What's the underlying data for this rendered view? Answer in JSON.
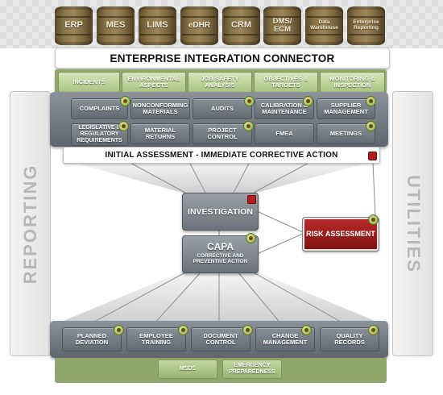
{
  "systems": [
    "ERP",
    "MES",
    "LIMS",
    "eDHR",
    "CRM",
    "DMS/ ECM",
    "Data Warehouse",
    "Enterprise Reporting"
  ],
  "connector": "ENTERPRISE INTEGRATION CONNECTOR",
  "side_left": "REPORTING",
  "side_right": "UTILITIES",
  "green_tabs": [
    "INCIDENTS",
    "ENVIRONMENTAL ASPECTS",
    "JOB SAFETY ANALYSIS",
    "OBJECTIVES & TARGETS",
    "MONITORING & INSPECTION"
  ],
  "top_modules": [
    "COMPLAINTS",
    "NONCONFORMING MATERIALS",
    "AUDITS",
    "CALIBRATION & MAINTENANCE",
    "SUPPLIER MANAGEMENT",
    "LEGISLATIVE & REGULATORY REQUIREMENTS",
    "MATERIAL RETURNS",
    "PROJECT CONTROL",
    "FMEA",
    "MEETINGS"
  ],
  "initial_assessment": "INITIAL ASSESSMENT - IMMEDIATE CORRECTIVE ACTION",
  "investigation": "INVESTIGATION",
  "capa": {
    "title": "CAPA",
    "subtitle": "CORRECTIVE AND PREVENTIVE ACTION"
  },
  "risk": "RISK ASSESSMENT",
  "bottom_modules": [
    "PLANNED DEVIATION",
    "EMPLOYEE TRAINING",
    "DOCUMENT CONTROL",
    "CHANGE MANAGEMENT",
    "QUALITY RECORDS"
  ],
  "bottom_tabs": [
    "MSDS",
    "EMERGENCY PREPAREDNESS"
  ],
  "colors": {
    "green": "#8fa66c",
    "gray": "#6c7279",
    "red": "#9b1c1c",
    "barrel": "#8a7447"
  },
  "icons": {
    "module_badge": "gear-badge-icon",
    "alert_marker": "red-square-icon"
  }
}
